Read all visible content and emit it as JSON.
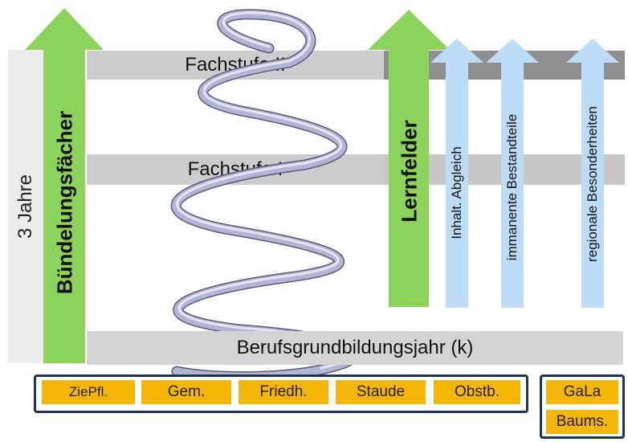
{
  "colors": {
    "green_arrow": "#8bd35a",
    "blue_arrow": "#bcdcf7",
    "spiral": "#b4b4d6",
    "gray_bar": "#d4d4d4",
    "orange_box": "#f5b60a",
    "navy_frame": "#1c3553"
  },
  "labels": {
    "jahre": "3 Jahre",
    "buendelungsfaecher": "Bündelungsfächer",
    "lernfelder": "Lernfelder",
    "fachstufe2": "Fachstufe II",
    "fachstufe1": "Fachstufe I",
    "bgj": "Berufsgrundbildungsjahr (k)",
    "arrow1": "Inhalt. Abgleich",
    "arrow2": "immanente Bestandteile",
    "arrow3": "regionale Besonderheiten"
  },
  "subjects": [
    {
      "label": "ZiePfl."
    },
    {
      "label": "Gem."
    },
    {
      "label": "Friedh."
    },
    {
      "label": "Staude"
    },
    {
      "label": "Obstb."
    }
  ],
  "extra_subjects": [
    {
      "label": "GaLa"
    },
    {
      "label": "Baums."
    }
  ]
}
